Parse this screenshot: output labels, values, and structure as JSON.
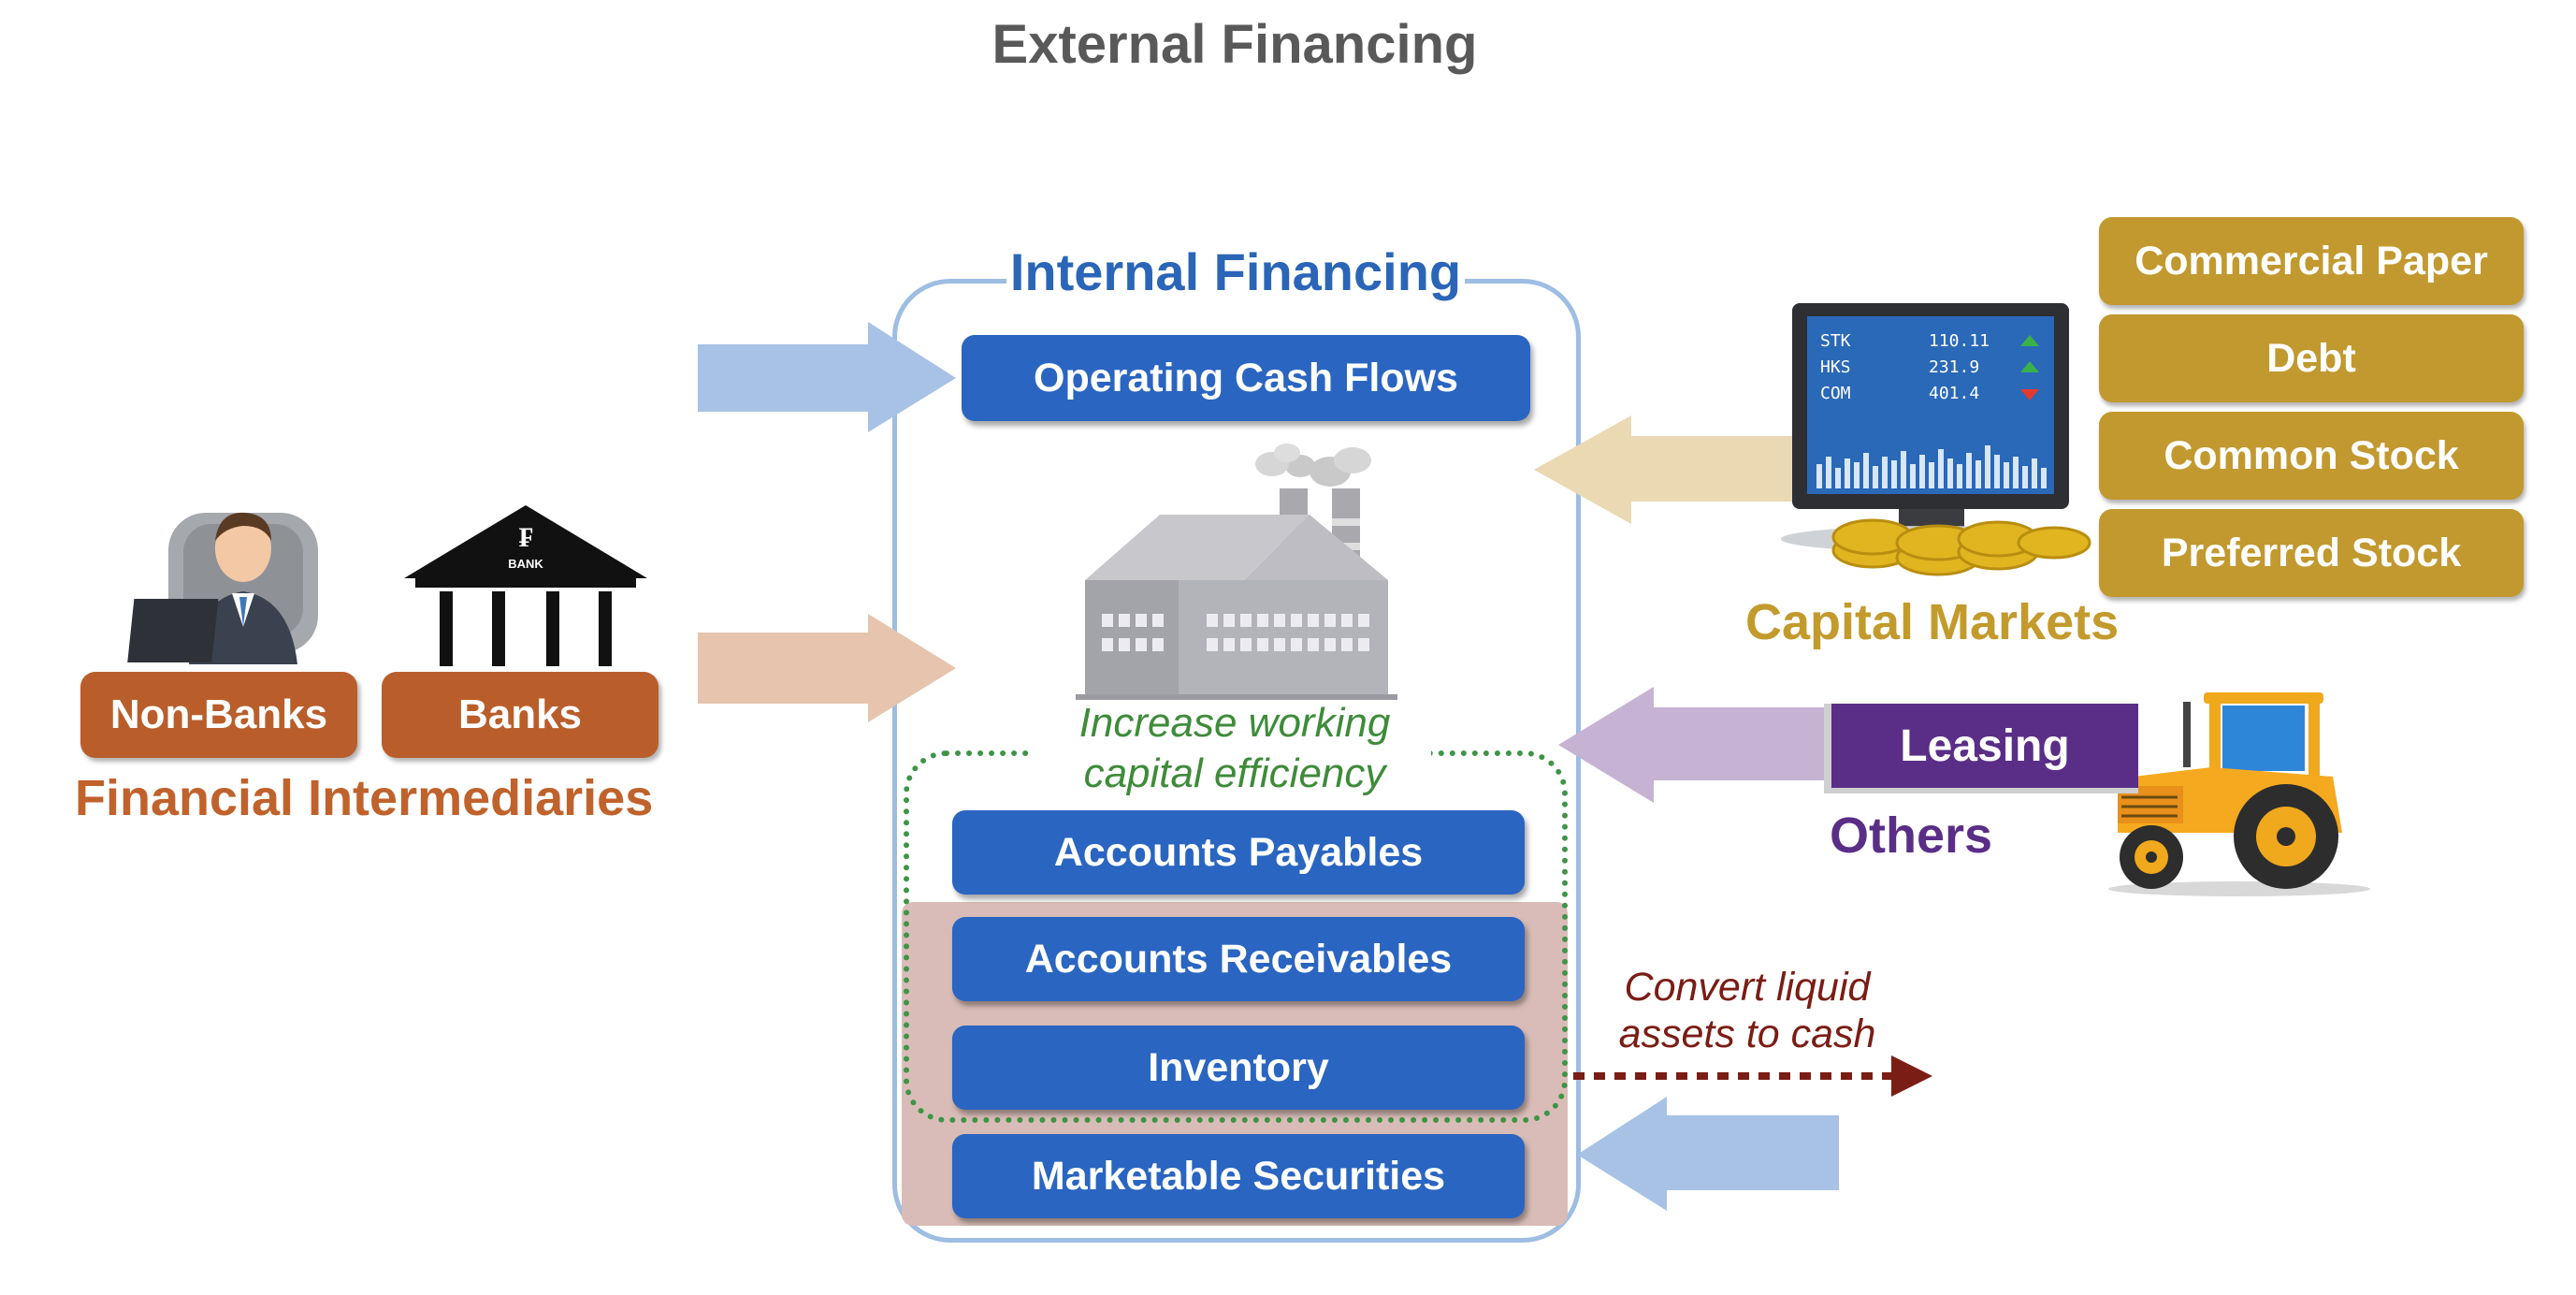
{
  "title": "External Financing",
  "internal": {
    "title": "Internal Financing",
    "operating_cash_flows": "Operating Cash Flows",
    "increase_line1": "Increase working",
    "increase_line2": "capital efficiency",
    "accounts_payables": "Accounts Payables",
    "accounts_receivables": "Accounts Receivables",
    "inventory": "Inventory",
    "marketable_securities": "Marketable Securities"
  },
  "intermediaries": {
    "non_banks": "Non-Banks",
    "banks": "Banks",
    "bank_sign": "BANK",
    "bank_symbol": "₣",
    "label": "Financial Intermediaries"
  },
  "capital_markets": {
    "items": [
      "Commercial Paper",
      "Debt",
      "Common Stock",
      "Preferred Stock"
    ],
    "label": "Capital Markets",
    "ticker_rows": [
      {
        "symbol": "STK",
        "value": "110.11"
      },
      {
        "symbol": "HKS",
        "value": "231.9"
      },
      {
        "symbol": "COM",
        "value": "401.4"
      }
    ]
  },
  "others": {
    "leasing": "Leasing",
    "label": "Others"
  },
  "convert": {
    "line1": "Convert liquid",
    "line2": "assets to cash"
  },
  "colors": {
    "internal_blue": "#2a65c1",
    "intermediary_orange": "#b95e2b",
    "capital_gold": "#c1992f",
    "others_purple": "#5a2e86",
    "working_capital_green": "#3e9446",
    "convert_red": "#7a1d14"
  }
}
